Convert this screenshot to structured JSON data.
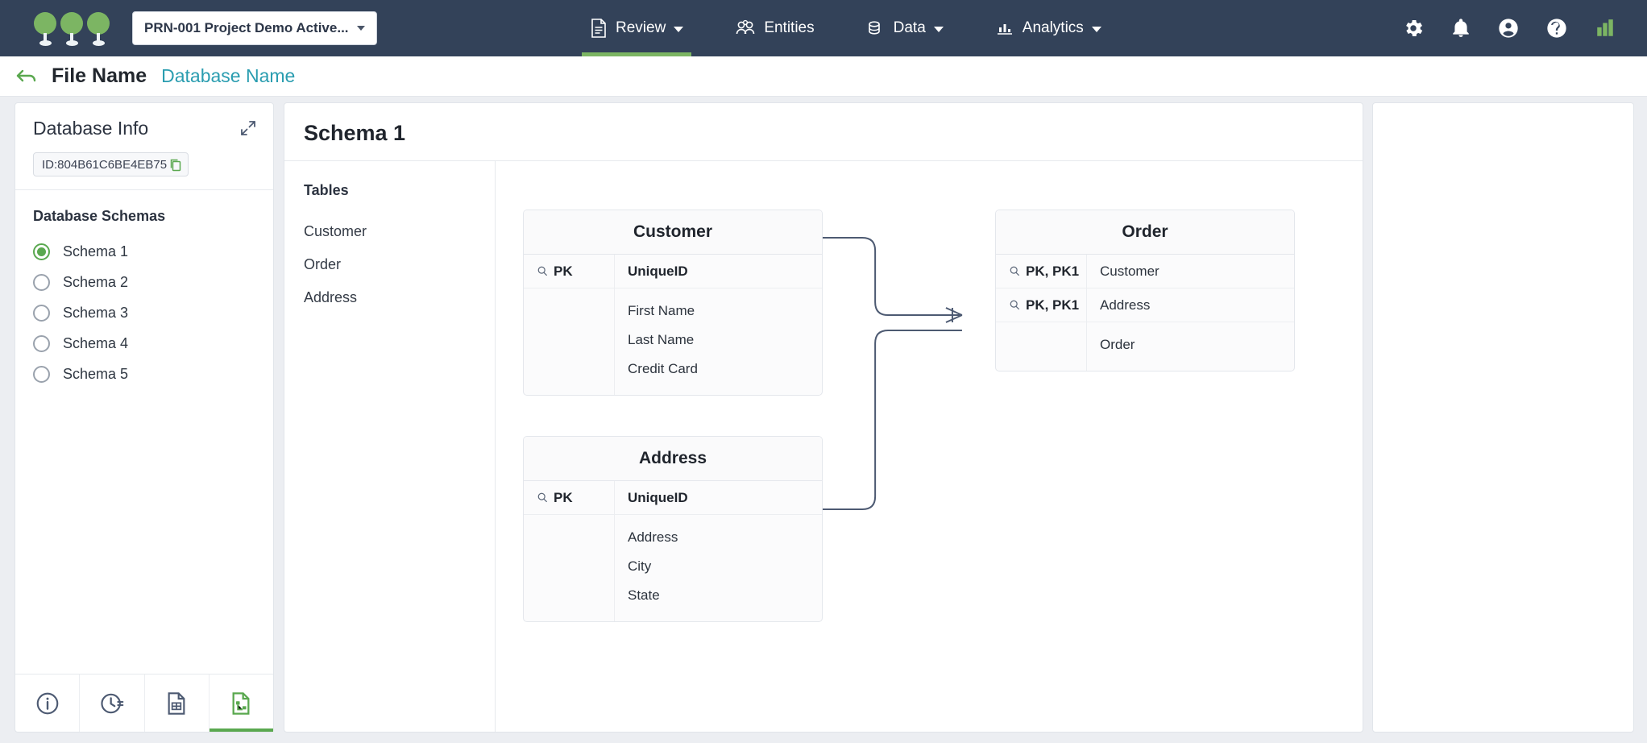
{
  "topbar": {
    "logo_name": "three-trees-logo",
    "project_selector": {
      "label": "PRN-001 Project Demo Active...",
      "icon": "chevron-down-icon"
    },
    "nav_items": [
      {
        "label": "Review",
        "icon": "document-icon",
        "caret": true,
        "active": true
      },
      {
        "label": "Entities",
        "icon": "people-group-icon",
        "caret": false,
        "active": false
      },
      {
        "label": "Data",
        "icon": "database-icon",
        "caret": true,
        "active": false
      },
      {
        "label": "Analytics",
        "icon": "bar-chart-icon",
        "caret": true,
        "active": false
      }
    ],
    "right_icons": [
      "gear-icon",
      "bell-icon",
      "account-circle-icon",
      "help-circle-icon",
      "analytics-bars-icon"
    ],
    "accent_green": "#7cb563",
    "bar_color": "#334259"
  },
  "subheader": {
    "back_icon": "back-arrow-icon",
    "file_name": "File Name",
    "database_name": "Database Name",
    "database_name_color": "#2a9db0"
  },
  "left_panel": {
    "title": "Database Info",
    "expand_icon": "expand-diagonal-icon",
    "id_chip": {
      "text": "ID:804B61C6BE4EB75",
      "copy_icon": "copy-icon"
    },
    "schemas_title": "Database Schemas",
    "schemas": [
      {
        "label": "Schema 1",
        "selected": true
      },
      {
        "label": "Schema 2",
        "selected": false
      },
      {
        "label": "Schema 3",
        "selected": false
      },
      {
        "label": "Schema 4",
        "selected": false
      },
      {
        "label": "Schema 5",
        "selected": false
      }
    ],
    "selected_color": "#5aa84f",
    "tabs": [
      {
        "icon": "info-circle-icon",
        "active": false
      },
      {
        "icon": "clock-history-icon",
        "active": false
      },
      {
        "icon": "document-table-icon",
        "active": false
      },
      {
        "icon": "document-schema-icon",
        "active": true
      }
    ]
  },
  "canvas": {
    "title": "Schema 1",
    "tables_header": "Tables",
    "tables_list": [
      "Customer",
      "Order",
      "Address"
    ],
    "er_tables": [
      {
        "name": "Customer",
        "key_rows": [
          {
            "key": "PK",
            "value": "UniqueID",
            "key_icon": "magnifier-key-icon"
          }
        ],
        "fields": [
          "First Name",
          "Last Name",
          "Credit Card"
        ]
      },
      {
        "name": "Order",
        "key_rows": [
          {
            "key": "PK, PK1",
            "value": "Customer",
            "key_icon": "magnifier-key-icon"
          },
          {
            "key": "PK, PK1",
            "value": "Address",
            "key_icon": "magnifier-key-icon"
          }
        ],
        "fields": [
          "Order"
        ]
      },
      {
        "name": "Address",
        "key_rows": [
          {
            "key": "PK",
            "value": "UniqueID",
            "key_icon": "magnifier-key-icon"
          }
        ],
        "fields": [
          "Address",
          "City",
          "State"
        ]
      }
    ],
    "relationships": [
      {
        "from": "Customer",
        "to": "Order",
        "notation": "crows-foot"
      },
      {
        "from": "Address",
        "to": "Order",
        "notation": "crows-foot"
      }
    ],
    "connector_color": "#4d5a72"
  },
  "right_panel": {
    "content": ""
  }
}
